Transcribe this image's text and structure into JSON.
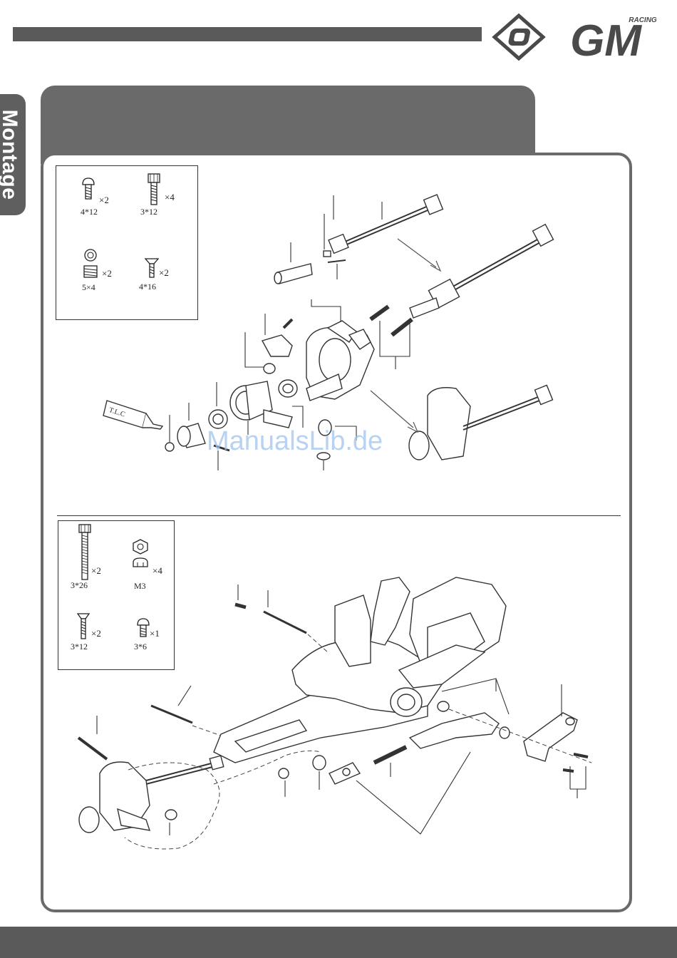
{
  "page": {
    "side_tab": "Montage",
    "watermark": "ManualsLib.de",
    "logo": {
      "text": "GM",
      "subtext": "RACING"
    }
  },
  "step1": {
    "parts": [
      {
        "qty": "×2",
        "size": "4*12",
        "icon": "button-head-screw-icon"
      },
      {
        "qty": "×4",
        "size": "3*12",
        "icon": "cap-screw-icon"
      },
      {
        "qty": "×2",
        "size": "5×4",
        "icon": "set-screw-icon"
      },
      {
        "qty": "×2",
        "size": "4*16",
        "icon": "countersunk-screw-icon"
      }
    ],
    "tlc_label": "T.L.C"
  },
  "step2": {
    "parts": [
      {
        "qty": "×2",
        "size": "3*26",
        "icon": "long-cap-screw-icon"
      },
      {
        "qty": "×4",
        "size": "M3",
        "icon": "lock-nut-icon"
      },
      {
        "qty": "×2",
        "size": "3*12",
        "icon": "countersunk-screw-icon"
      },
      {
        "qty": "×1",
        "size": "3*6",
        "icon": "button-head-screw-icon"
      }
    ]
  },
  "colors": {
    "bar": "#5a5a5a",
    "panel": "#6a6a6a",
    "line": "#333333"
  }
}
